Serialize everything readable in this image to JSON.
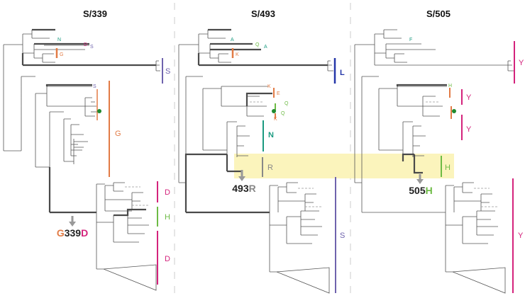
{
  "colors": {
    "orange": "#e27b45",
    "teal": "#1a9a80",
    "magenta": "#d4237c",
    "purple": "#6f63ad",
    "blue": "#2436a8",
    "green": "#6dbb45",
    "gray": "#888888",
    "highlight": "#fbf3b5",
    "dark_green_dot": "#1f8a2e"
  },
  "panels": [
    {
      "title": "S/339",
      "clade_labels": [
        "S",
        "G",
        "D",
        "H",
        "D"
      ],
      "tip_labels": [
        "N",
        "D",
        "S",
        "G",
        "S"
      ],
      "mutation": {
        "from": "G",
        "position": "339",
        "to": "D"
      }
    },
    {
      "title": "S/493",
      "clade_labels": [
        "L",
        "N",
        "R",
        "S"
      ],
      "tip_labels": [
        "A",
        "Q",
        "A",
        "K",
        "K",
        "E",
        "Q",
        "Q",
        "K"
      ],
      "mutation": {
        "position": "493",
        "to": "R"
      }
    },
    {
      "title": "S/505",
      "clade_labels": [
        "Y",
        "Y",
        "Y",
        "H",
        "Y"
      ],
      "tip_labels": [
        "F",
        "H"
      ],
      "mutation": {
        "position": "505",
        "to": "H"
      }
    }
  ]
}
